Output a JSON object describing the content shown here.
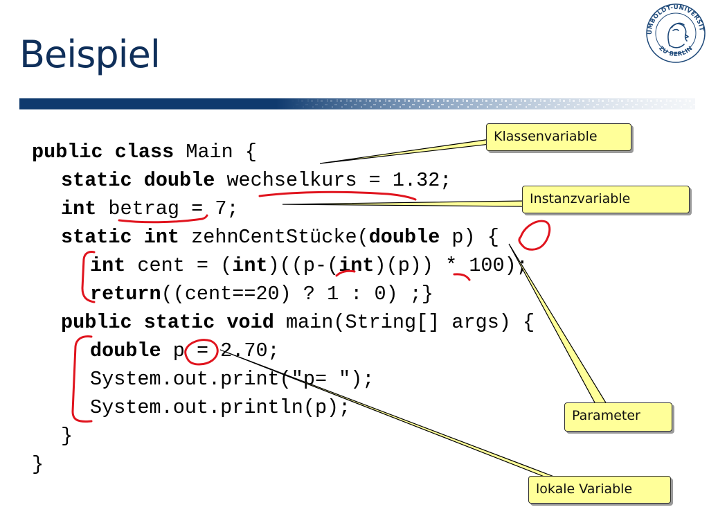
{
  "slide": {
    "title": "Beispiel"
  },
  "code": {
    "l1": {
      "kw": "public class ",
      "t1": "Main {"
    },
    "l2": {
      "kw": "static double ",
      "t1": "wechselkurs = 1.32;"
    },
    "l3": {
      "kw": "int ",
      "t1": "betrag = 7;"
    },
    "l4": {
      "kw": "static int ",
      "t1": "zehnCentStücke(",
      "kw2": "double",
      "t2": " p) {"
    },
    "l5": {
      "kw": "int ",
      "t1": "cent = (",
      "kw2": "int",
      "t2": ")((p-(",
      "kw3": "int",
      "t3": ")(p)) * 100);"
    },
    "l6": {
      "kw": "return",
      "t1": "((cent==20) ? 1 : 0) ;}"
    },
    "l7": {
      "kw": "public static void ",
      "t1": "main(String[] args) {"
    },
    "l8": {
      "kw": "double ",
      "t1": "p = 2.70;"
    },
    "l9": {
      "t1": "System.out.print(\"p= \");"
    },
    "l10": {
      "t1": "System.out.println(p);"
    },
    "l11": {
      "t1": "}"
    },
    "l12": {
      "t1": "}"
    }
  },
  "callouts": {
    "klassenvariable": "Klassenvariable",
    "instanzvariable": "Instanzvariable",
    "parameter": "Parameter",
    "lokale_variable": "lokale Variable"
  },
  "colors": {
    "title": "#0f2f5a",
    "band": "#0f3a6e",
    "callout_fill": "#ffff99",
    "pen": "#e0141e"
  },
  "logo": {
    "text": "HUMBOLDT-UNIVERSITÄT ZU BERLIN"
  }
}
